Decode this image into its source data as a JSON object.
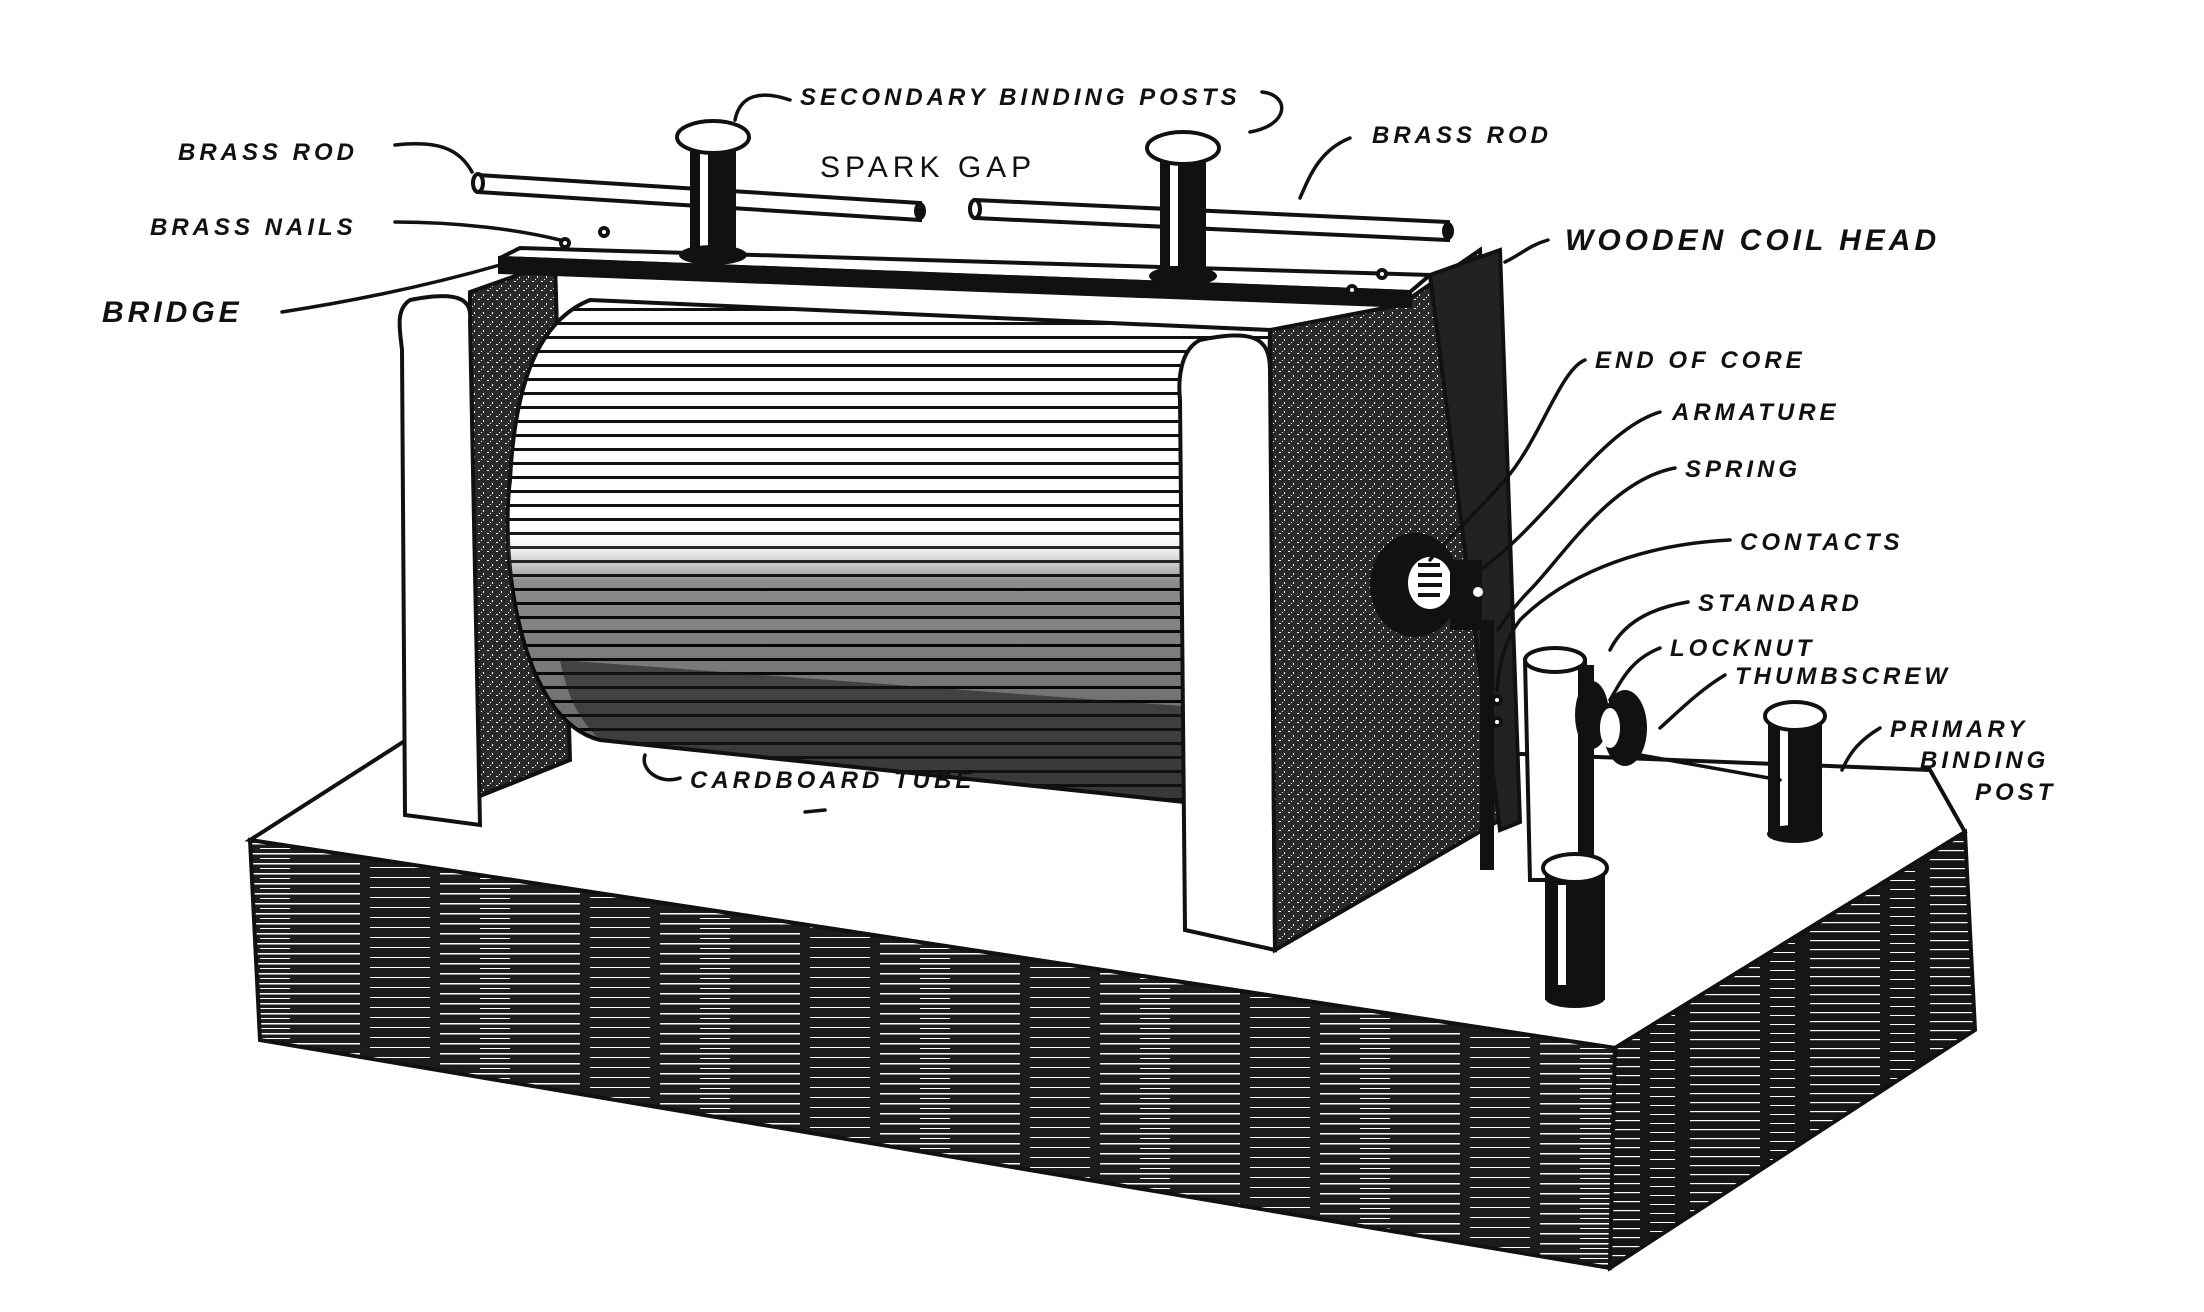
{
  "colors": {
    "ink": "#111111",
    "paper": "#ffffff"
  },
  "labels": {
    "secondary_binding_posts": "SECONDARY BINDING POSTS",
    "brass_rod_left": "BRASS ROD",
    "brass_rod_right": "BRASS ROD",
    "spark_gap": "SPARK GAP",
    "brass_nails": "BRASS NAILS",
    "bridge": "BRIDGE",
    "wooden_coil_head": "WOODEN COIL HEAD",
    "end_of_core": "END OF CORE",
    "armature": "ARMATURE",
    "spring": "SPRING",
    "contacts": "CONTACTS",
    "standard": "STANDARD",
    "locknut": "LOCKNUT",
    "thumbscrew": "THUMBSCREW",
    "primary_binding_post_line1": "PRIMARY",
    "primary_binding_post_line2": "BINDING",
    "primary_binding_post_line3": "POST",
    "cardboard_tube": "CARDBOARD TUBE"
  }
}
